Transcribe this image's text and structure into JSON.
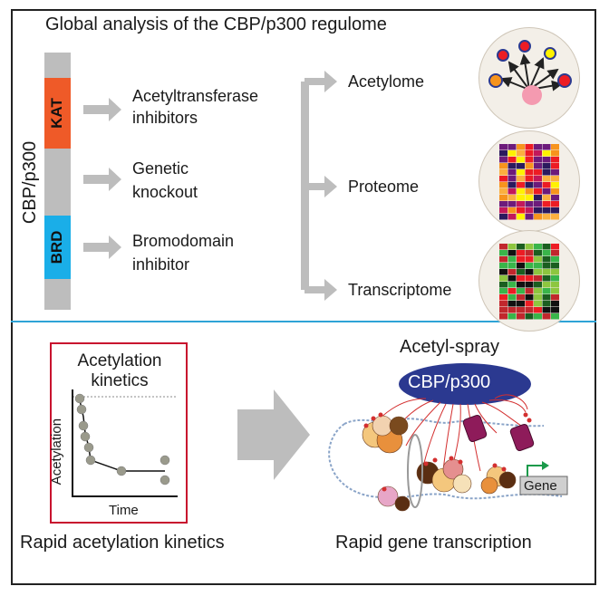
{
  "title": "Global analysis of the CBP/p300 regulome",
  "protein_label": "CBP/p300",
  "domains": {
    "kat": "KAT",
    "brd": "BRD"
  },
  "approaches": [
    {
      "line1": "Acetyltransferase",
      "line2": "inhibitors"
    },
    {
      "line1": "Genetic",
      "line2": "knockout"
    },
    {
      "line1": "Bromodomain",
      "line2": "inhibitor"
    }
  ],
  "omics": [
    "Acetylome",
    "Proteome",
    "Transcriptome"
  ],
  "kinetics_box": {
    "title_line1": "Acetylation",
    "title_line2": "kinetics",
    "ylabel": "Acetylation",
    "xlabel": "Time"
  },
  "acetyl_spray": "Acetyl-spray",
  "enzyme": "CBP/p300",
  "gene": "Gene",
  "bottom_left": "Rapid acetylation kinetics",
  "bottom_right": "Rapid gene transcription",
  "colors": {
    "kat": "#ef5a28",
    "brd": "#1aaee8",
    "enzyme": "#2b3990",
    "divider": "#2ea3d6",
    "border": "#c8102e",
    "arrow": "#bdbdbd"
  }
}
